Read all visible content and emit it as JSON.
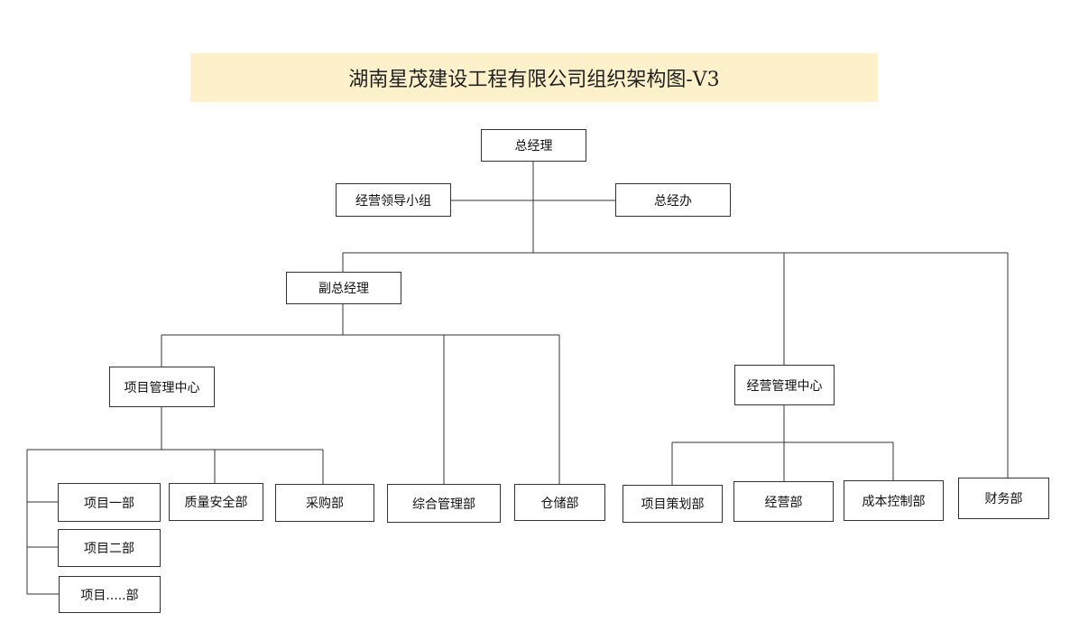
{
  "title": "湖南星茂建设工程有限公司组织架构图-V3",
  "nodes": {
    "general_manager": "总经理",
    "business_leading_group": "经营领导小组",
    "gm_office": "总经办",
    "deputy_gm": "副总经理",
    "project_mgmt_center": "项目管理中心",
    "business_mgmt_center": "经营管理中心",
    "project_dept_1": "项目一部",
    "project_dept_2": "项目二部",
    "project_dept_n": "项目.....部",
    "quality_safety_dept": "质量安全部",
    "purchasing_dept": "采购部",
    "general_admin_dept": "综合管理部",
    "warehouse_dept": "仓储部",
    "project_planning_dept": "项目策划部",
    "business_dept": "经营部",
    "cost_control_dept": "成本控制部",
    "finance_dept": "财务部"
  }
}
